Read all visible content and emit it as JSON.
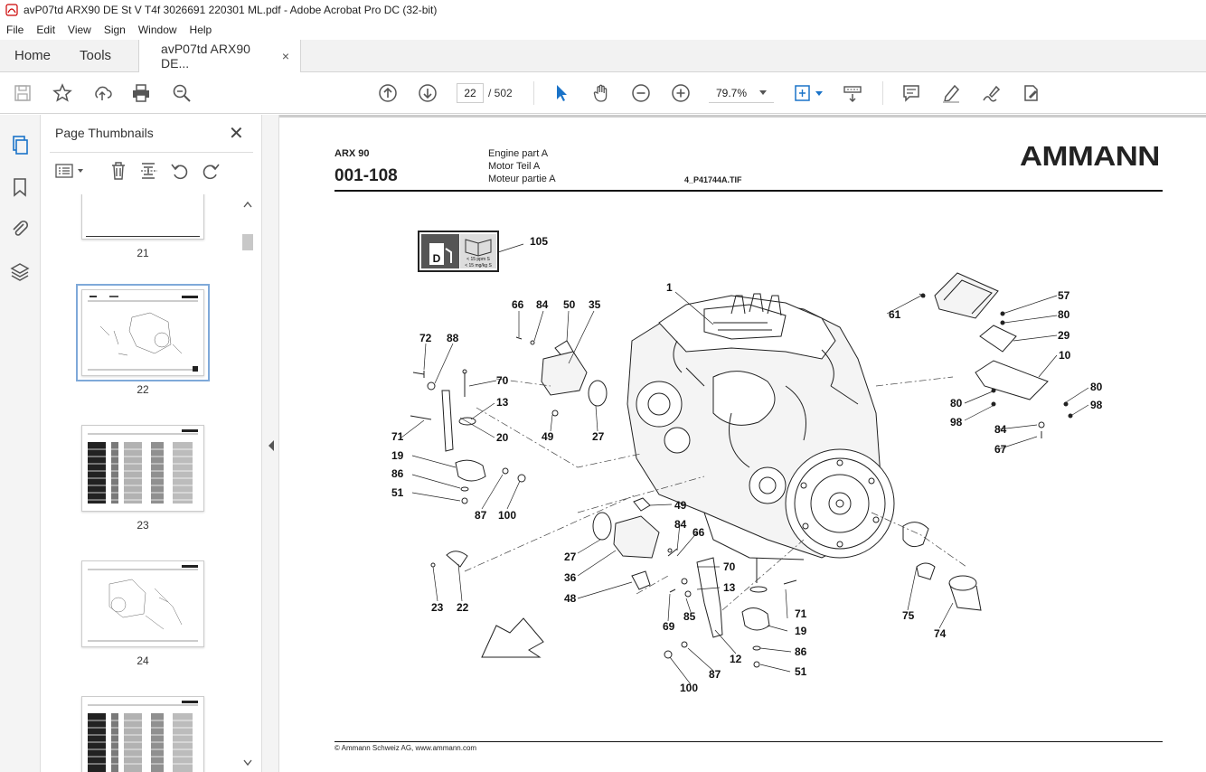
{
  "window": {
    "title": "avP07td ARX90 DE St V T4f 3026691 220301 ML.pdf - Adobe Acrobat Pro DC (32-bit)"
  },
  "menu": [
    "File",
    "Edit",
    "View",
    "Sign",
    "Window",
    "Help"
  ],
  "tabs": {
    "home": "Home",
    "tools": "Tools",
    "doc": "avP07td ARX90 DE...",
    "doc_close": "×"
  },
  "toolbar": {
    "page_current": "22",
    "page_total": "/ 502",
    "zoom": "79.7%"
  },
  "panel": {
    "title": "Page Thumbnails",
    "thumbs": [
      {
        "label": "21"
      },
      {
        "label": "22"
      },
      {
        "label": "23"
      },
      {
        "label": "24"
      }
    ]
  },
  "page": {
    "model": "ARX 90",
    "code": "001-108",
    "desc_en": "Engine part A",
    "desc_de": "Motor Teil A",
    "desc_fr": "Moteur partie A",
    "file": "4_P41744A.TIF",
    "brand": "AMMANN",
    "footer": "© Ammann Schweiz AG, www.ammann.com",
    "sticker_line1": "< 15 ppm S",
    "sticker_line2": "< 15 mg/kg S",
    "sticker_letter": "D",
    "callouts": [
      "105",
      "1",
      "66",
      "84",
      "50",
      "35",
      "72",
      "88",
      "70",
      "13",
      "71",
      "20",
      "49",
      "27",
      "19",
      "86",
      "51",
      "87",
      "100",
      "61",
      "57",
      "80",
      "29",
      "10",
      "80",
      "98",
      "80",
      "98",
      "84",
      "67",
      "49",
      "84",
      "66",
      "27",
      "36",
      "48",
      "23",
      "22",
      "70",
      "13",
      "71",
      "69",
      "85",
      "19",
      "86",
      "51",
      "12",
      "87",
      "100",
      "75",
      "74"
    ]
  }
}
